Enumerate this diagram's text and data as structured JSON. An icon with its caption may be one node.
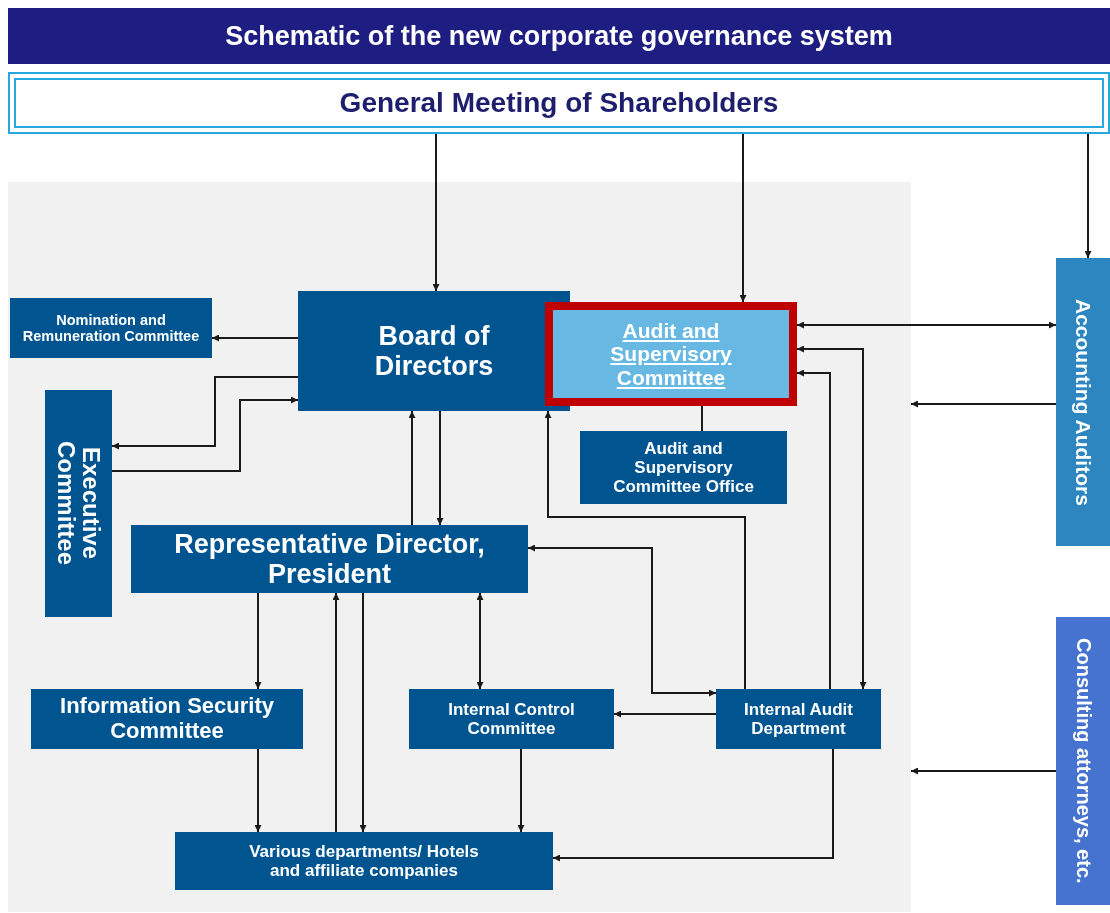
{
  "diagram": {
    "title": "Schematic of the new corporate governance system",
    "nodes": [
      {
        "text": [
          "General Meeting of Shareholders"
        ]
      },
      {
        "text": [],
        "shape": "box"
      },
      {
        "text": [
          "Board of Directors"
        ],
        "in": 1
      },
      {
        "text": [
          "Audit and Supervisory Committee"
        ],
        "in": 1
      },
      {
        "text": [
          "Nomination and Remuneration Committee"
        ],
        "in": 1
      },
      {
        "text": [
          "Executive Committee"
        ],
        "in": 1
      },
      {
        "text": [
          "Audit and Supervisory Committee Office"
        ],
        "in": 1
      },
      {
        "text": [
          "Representative Director, President"
        ],
        "in": 1
      },
      {
        "text": [
          "Information Security Committee"
        ],
        "in": 1
      },
      {
        "text": [
          "Internal Control Committee"
        ],
        "in": 1
      },
      {
        "text": [
          "Internal Audit Department"
        ],
        "in": 1
      },
      {
        "text": [
          "Various departments/ Hotels and affiliate companies"
        ],
        "in": 1
      },
      {
        "text": [
          "Accounting Auditors"
        ]
      },
      {
        "text": [
          "Consulting attorneys, etc."
        ]
      }
    ],
    "edges": [
      {
        "from": 0,
        "to": 2,
        "arrow": "to"
      },
      {
        "from": 0,
        "to": 3,
        "arrow": "to"
      },
      {
        "from": 0,
        "to": 12,
        "arrow": "to"
      },
      {
        "from": 2,
        "to": 4,
        "arrow": "to"
      },
      {
        "from": 2,
        "to": 5,
        "arrow": "to"
      },
      {
        "from": 5,
        "to": 2,
        "arrow": "to"
      },
      {
        "from": 3,
        "to": 12,
        "arrow": "both"
      },
      {
        "from": 12,
        "to": 1,
        "arrow": "to"
      },
      {
        "from": 3,
        "to": 6,
        "arrow": "none"
      },
      {
        "from": 7,
        "to": 2,
        "arrow": "to"
      },
      {
        "from": 2,
        "to": 7,
        "arrow": "to"
      },
      {
        "from": 10,
        "to": 2,
        "arrow": "to"
      },
      {
        "from": 7,
        "to": 10,
        "arrow": "both"
      },
      {
        "from": 10,
        "to": 9,
        "arrow": "to"
      },
      {
        "from": 7,
        "to": 9,
        "arrow": "both"
      },
      {
        "from": 3,
        "to": 10,
        "arrow": "both"
      },
      {
        "from": 10,
        "to": 3,
        "arrow": "to"
      },
      {
        "from": 10,
        "to": 11,
        "arrow": "to"
      },
      {
        "from": 7,
        "to": 8,
        "arrow": "to"
      },
      {
        "from": 8,
        "to": 11,
        "arrow": "to"
      },
      {
        "from": 11,
        "to": 7,
        "arrow": "to"
      },
      {
        "from": 7,
        "to": 11,
        "arrow": "to"
      },
      {
        "from": 9,
        "to": 11,
        "arrow": "to"
      },
      {
        "from": 13,
        "to": 1,
        "arrow": "to"
      }
    ]
  }
}
